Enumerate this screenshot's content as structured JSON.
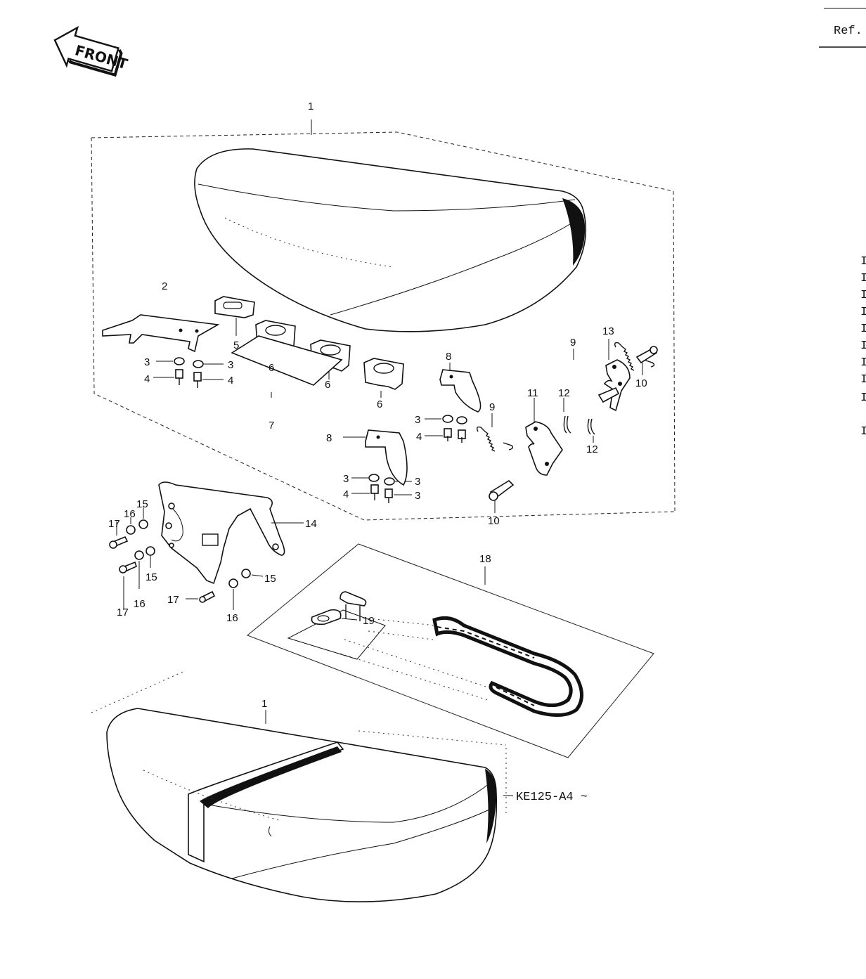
{
  "header": {
    "ref_label": "Ref."
  },
  "front_badge": {
    "label": "FRONT"
  },
  "model_note": "KE125-A4 ~",
  "callouts": {
    "c1_top": "1",
    "c2": "2",
    "c3_a": "3",
    "c3_b": "3",
    "c3_c": "3",
    "c3_d": "3",
    "c3_e": "3",
    "c3_f": "3",
    "c4_a": "4",
    "c4_b": "4",
    "c4_c": "4",
    "c4_d": "4",
    "c5": "5",
    "c6_a": "6",
    "c6_b": "6",
    "c6_c": "6",
    "c7": "7",
    "c8_a": "8",
    "c8_b": "8",
    "c9_a": "9",
    "c9_b": "9",
    "c10_a": "10",
    "c10_b": "10",
    "c11": "11",
    "c12_a": "12",
    "c12_b": "12",
    "c13": "13",
    "c14": "14",
    "c15_a": "15",
    "c15_b": "15",
    "c15_c": "15",
    "c16_a": "16",
    "c16_b": "16",
    "c16_c": "16",
    "c17_a": "17",
    "c17_b": "17",
    "c17_c": "17",
    "c18": "18",
    "c19": "19",
    "c1_bottom": "1"
  },
  "right_column_marks": [
    "I",
    "I",
    "I",
    "I",
    "I",
    "I",
    "I",
    "I",
    "I",
    "I"
  ]
}
